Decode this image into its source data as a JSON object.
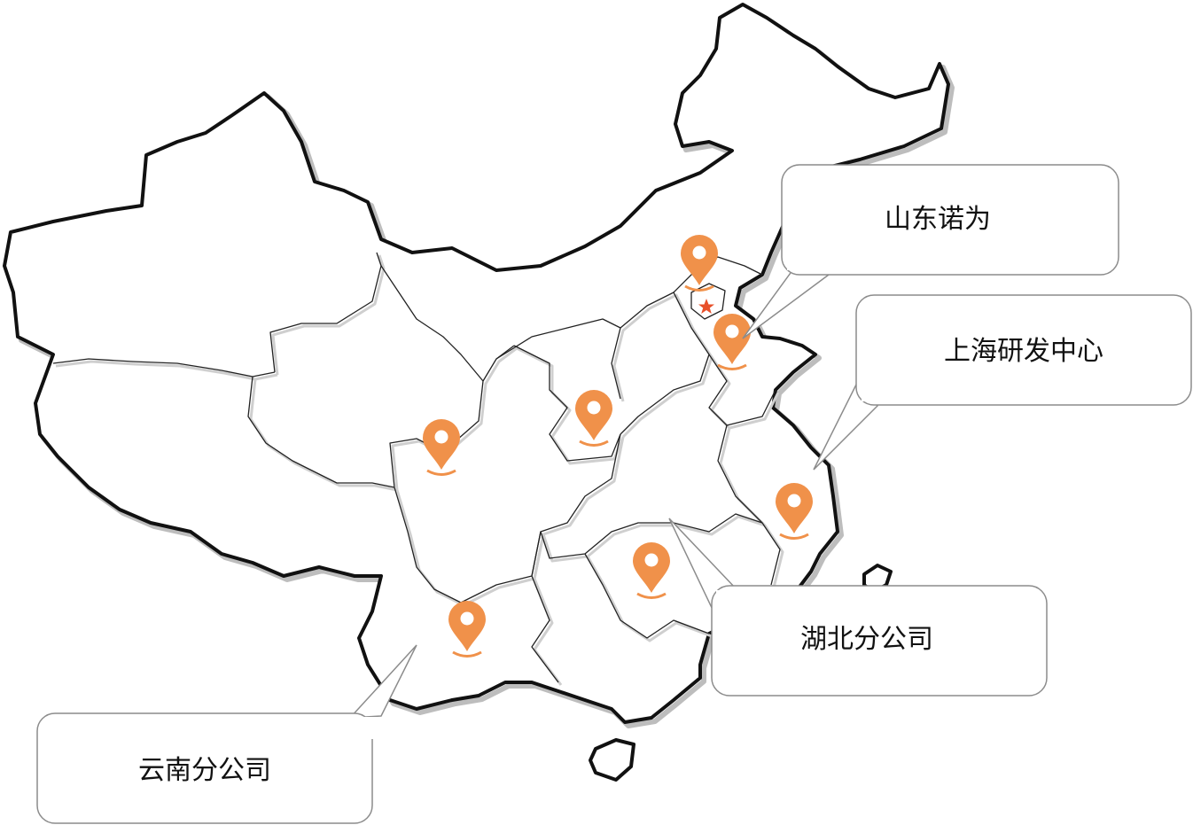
{
  "map": {
    "pin_color": "#f0914a",
    "capital_star_color": "#e8502a",
    "outline_color": "#111111",
    "pins": [
      {
        "id": "beijing-pin"
      },
      {
        "id": "tianjin-pin"
      },
      {
        "id": "shaanxi-pin"
      },
      {
        "id": "qinghai-pin"
      },
      {
        "id": "shanghai-pin"
      },
      {
        "id": "hunan-pin"
      },
      {
        "id": "yunnan-pin"
      }
    ],
    "capital_marker": {
      "icon": "red-star-icon"
    }
  },
  "callouts": [
    {
      "label": "山东诺为"
    },
    {
      "label": "上海研发中心"
    },
    {
      "label": "湖北分公司"
    },
    {
      "label": "云南分公司"
    }
  ]
}
